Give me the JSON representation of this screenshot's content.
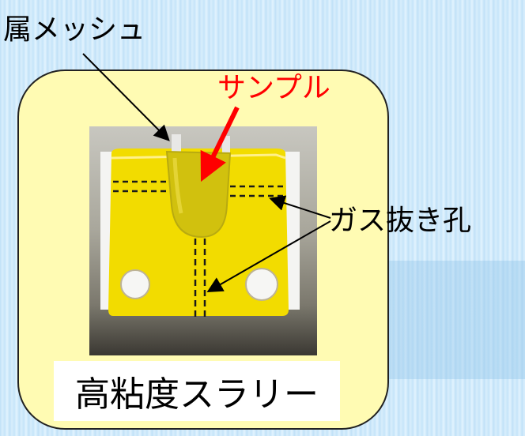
{
  "labels": {
    "metal_mesh": "属メッシュ",
    "sample": "サンプル",
    "vent_holes": "ガス抜き孔",
    "slurry": "高粘度スラリー"
  },
  "colors": {
    "panel_fill": "#fffbb3",
    "sample_label": "#ff0000",
    "block_yellow": "#f2dc00",
    "arrow_red": "#ff0000"
  }
}
